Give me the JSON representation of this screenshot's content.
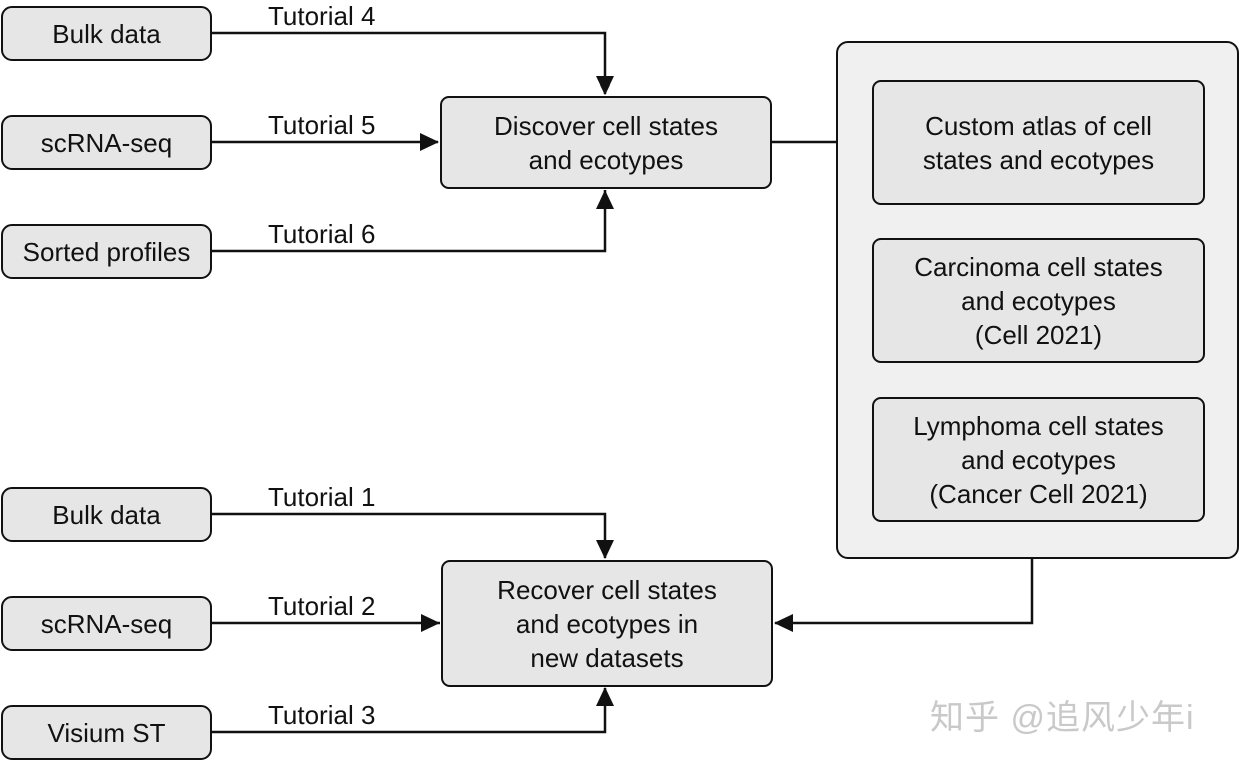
{
  "inputs_top": [
    {
      "label": "Bulk data",
      "tutorial": "Tutorial 4"
    },
    {
      "label": "scRNA-seq",
      "tutorial": "Tutorial 5"
    },
    {
      "label": "Sorted profiles",
      "tutorial": "Tutorial 6"
    }
  ],
  "inputs_bottom": [
    {
      "label": "Bulk data",
      "tutorial": "Tutorial 1"
    },
    {
      "label": "scRNA-seq",
      "tutorial": "Tutorial 2"
    },
    {
      "label": "Visium ST",
      "tutorial": "Tutorial 3"
    }
  ],
  "discover": {
    "line1": "Discover cell states",
    "line2": "and ecotypes"
  },
  "recover": {
    "line1": "Recover cell states",
    "line2": "and ecotypes in",
    "line3": "new datasets"
  },
  "atlas": [
    {
      "line1": "Custom atlas of cell",
      "line2": "states and ecotypes"
    },
    {
      "line1": "Carcinoma cell states",
      "line2": "and ecotypes",
      "line3": "(Cell 2021)"
    },
    {
      "line1": "Lymphoma cell states",
      "line2": "and ecotypes",
      "line3": "(Cancer Cell 2021)"
    }
  ],
  "watermark": "知乎 @追风少年i"
}
